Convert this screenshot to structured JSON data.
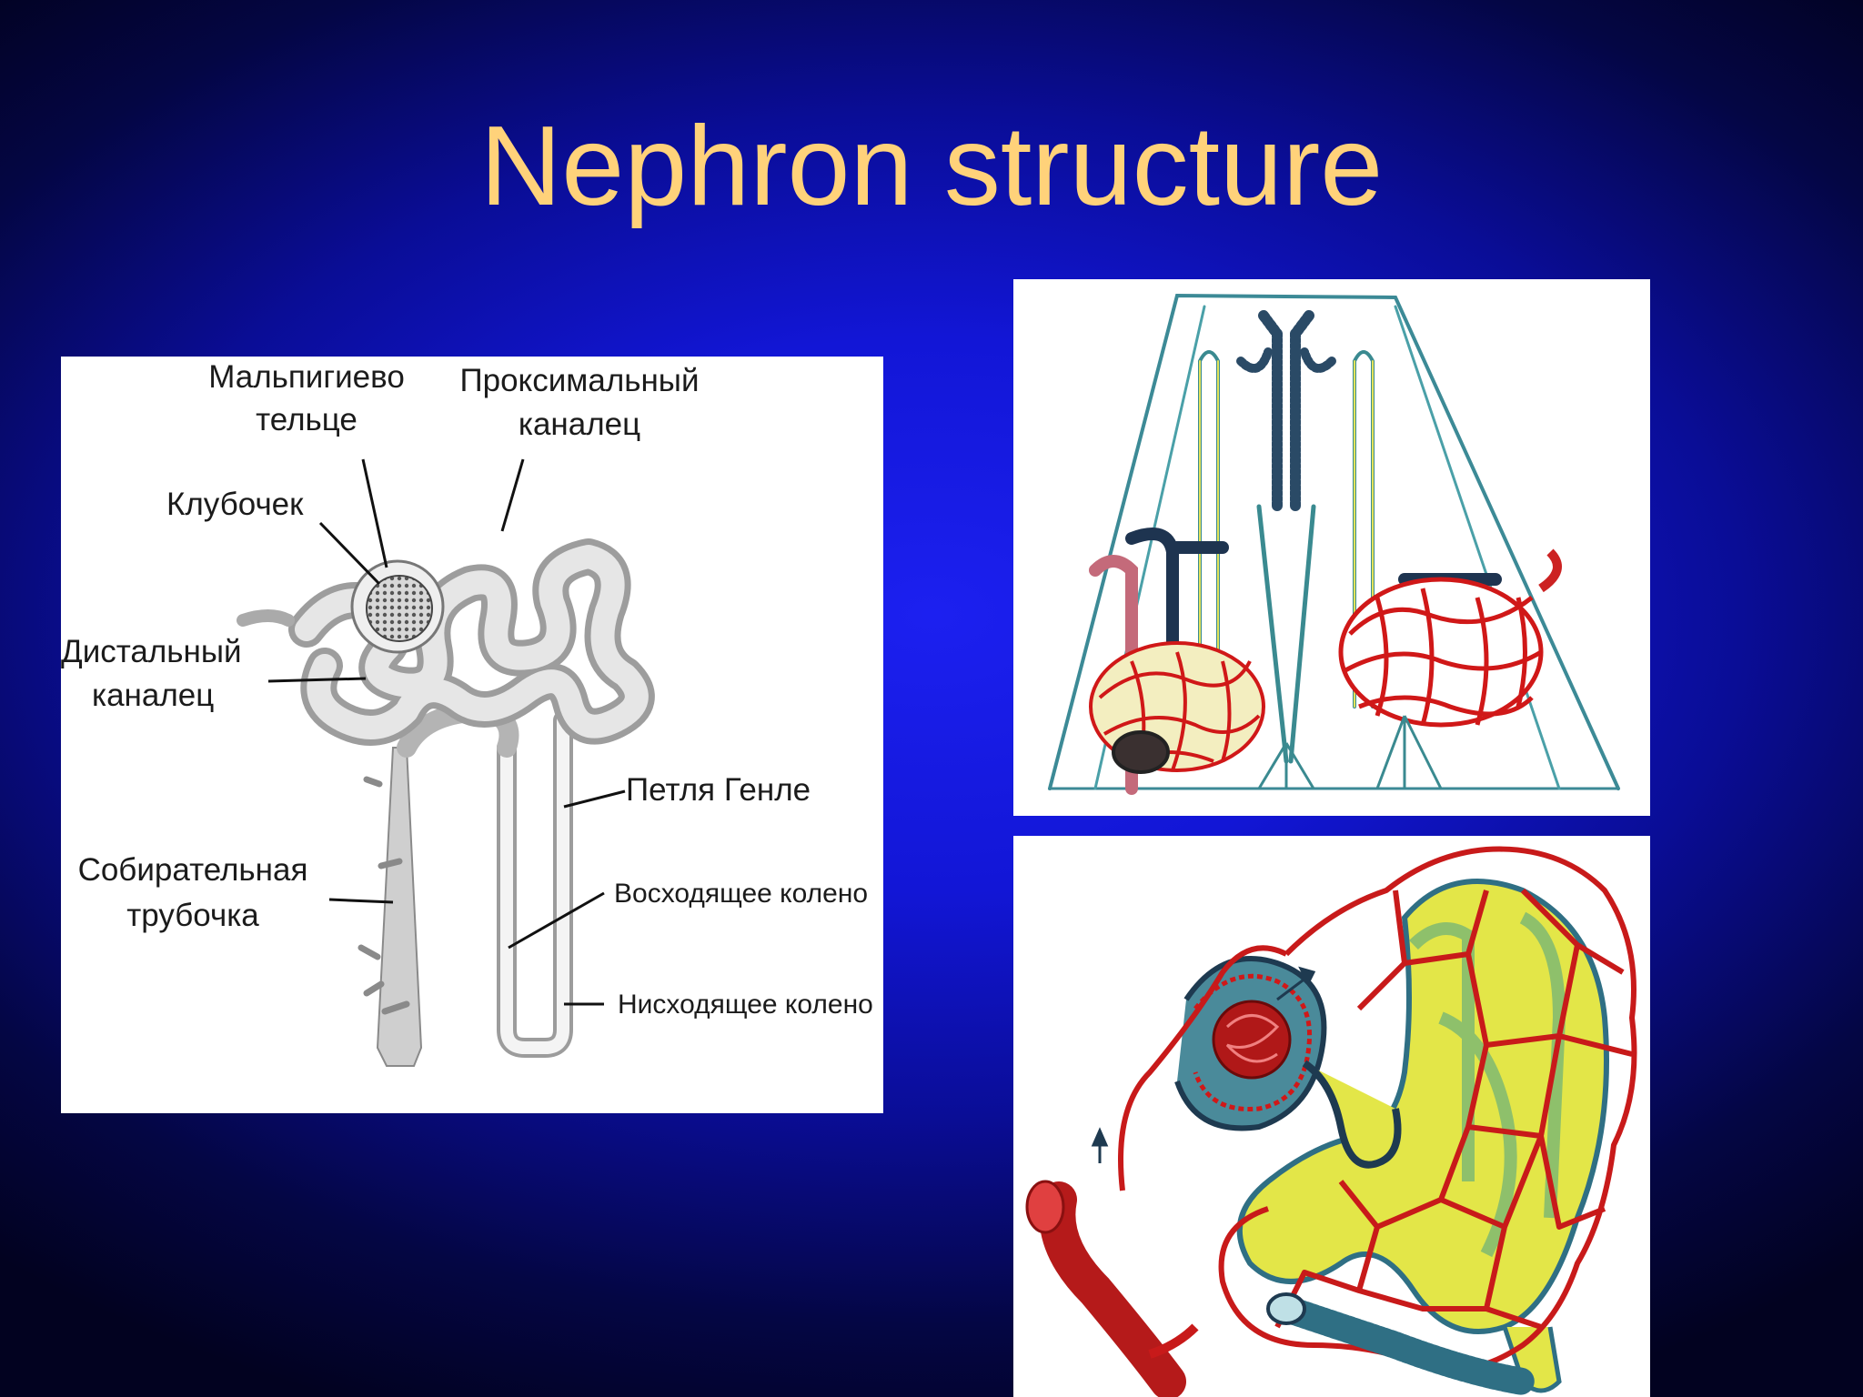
{
  "slide": {
    "title": "Nephron structure",
    "colors": {
      "background": "#1216d6",
      "title": "#ffd27a",
      "vessel": "#d01818",
      "tubule": "#e8e84a",
      "collecting_duct": "#2f6f84"
    }
  },
  "labels": {
    "malpighian_body_1": "Мальпигиево",
    "malpighian_body_2": "тельце",
    "proximal_1": "Проксимальный",
    "proximal_2": "каналец",
    "glomerulus": "Клубочек",
    "distal_1": "Дистальный",
    "distal_2": "каналец",
    "loop_of_henle": "Петля Генле",
    "collecting_1": "Собирательная",
    "collecting_2": "трубочка",
    "ascending_limb": "Восходящее колено",
    "descending_limb": "Нисходящее колено"
  }
}
